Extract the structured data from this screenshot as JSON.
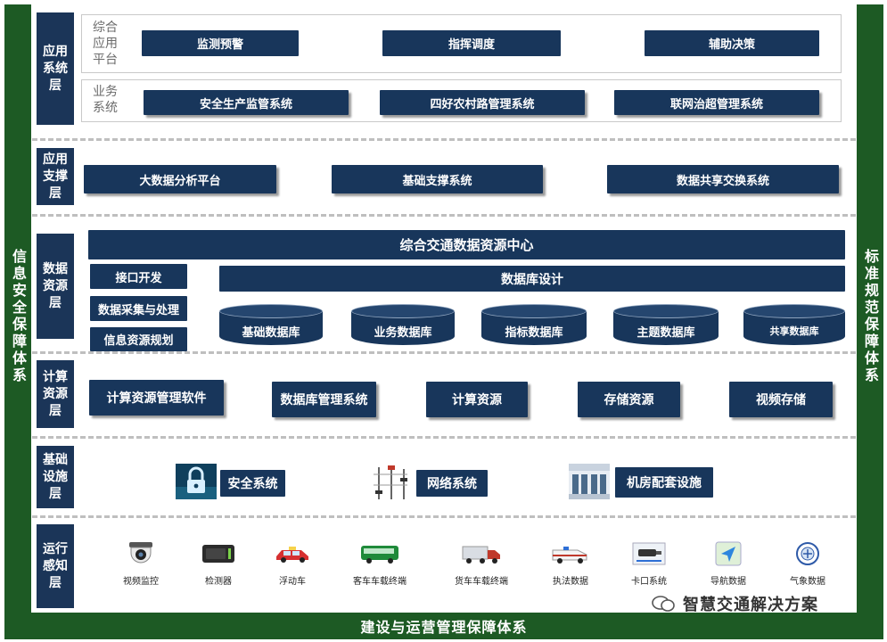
{
  "side_left": "信息安全保障体系",
  "side_right": "标准规范保障体系",
  "bottom_bar": "建设与运营管理保障体系",
  "layers": {
    "application": {
      "label": "应用\n系统\n层",
      "platform_title": "综合\n应用\n平台",
      "platform_items": [
        "监测预警",
        "指挥调度",
        "辅助决策"
      ],
      "business_title": "业务\n系统",
      "business_items": [
        "安全生产监管系统",
        "四好农村路管理系统",
        "联网治超管理系统"
      ]
    },
    "support": {
      "label": "应用\n支撑\n层",
      "items": [
        "大数据分析平台",
        "基础支撑系统",
        "数据共享交换系统"
      ]
    },
    "data": {
      "label": "数据\n资源\n层",
      "center": "综合交通数据资源中心",
      "db_design": "数据库设计",
      "left_items": [
        "接口开发",
        "数据采集与处理",
        "信息资源规划"
      ],
      "databases": [
        "基础数据库",
        "业务数据库",
        "指标数据库",
        "主题数据库",
        "共享数据库"
      ]
    },
    "compute": {
      "label": "计算\n资源\n层",
      "items": [
        "计算资源管理软件",
        "数据库管理系统",
        "计算资源",
        "存储资源",
        "视频存储"
      ]
    },
    "infra": {
      "label": "基础\n设施\n层",
      "items": [
        "安全系统",
        "网络系统",
        "机房配套设施"
      ],
      "icons": [
        "lock-icon",
        "network-rack-icon",
        "server-room-icon"
      ]
    },
    "perception": {
      "label": "运行\n感知\n层",
      "items": [
        {
          "label": "视频监控",
          "icon": "camera-icon"
        },
        {
          "label": "检测器",
          "icon": "detector-icon"
        },
        {
          "label": "浮动车",
          "icon": "taxi-icon"
        },
        {
          "label": "客车车载终端",
          "icon": "bus-icon"
        },
        {
          "label": "货车车载终端",
          "icon": "truck-icon"
        },
        {
          "label": "执法数据",
          "icon": "ambulance-icon"
        },
        {
          "label": "卡口系统",
          "icon": "checkpoint-camera-icon"
        },
        {
          "label": "导航数据",
          "icon": "navigation-icon"
        },
        {
          "label": "气象数据",
          "icon": "weather-icon"
        }
      ]
    }
  },
  "watermark": "智慧交通解决方案",
  "colors": {
    "navy": "#18365b",
    "green": "#1d5a24",
    "dash": "#bfbfbf"
  }
}
